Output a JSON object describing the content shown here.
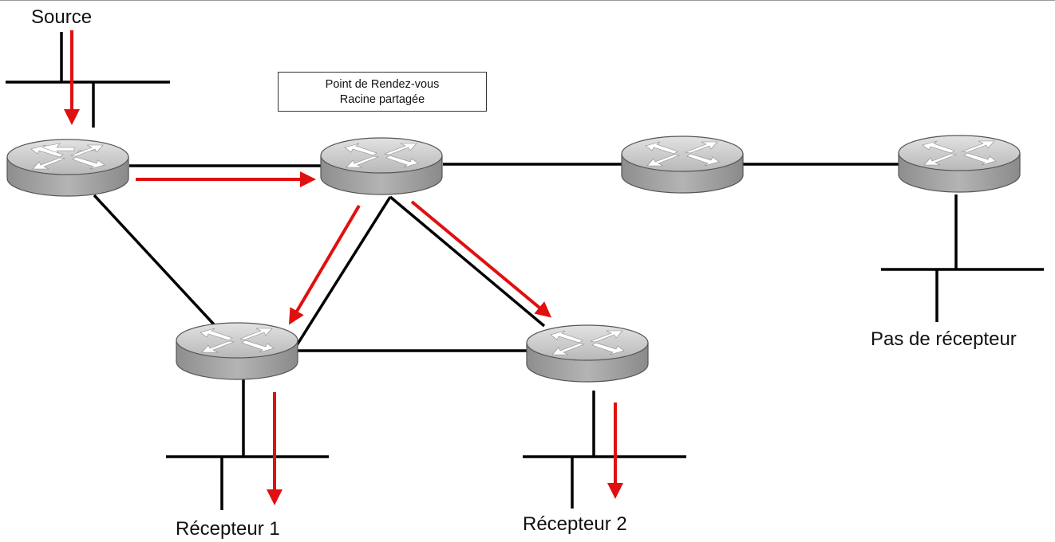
{
  "labels": {
    "source": "Source",
    "receiver_1": "Récepteur 1",
    "receiver_2": "Récepteur 2",
    "no_receiver": "Pas de récepteur",
    "rp_line1": "Point de Rendez-vous",
    "rp_line2": "Racine partagée"
  },
  "colors": {
    "link": "#000000",
    "flow": "#e01010",
    "router_top": "#c9c9c9",
    "router_side": "#9a9a9a",
    "router_outline": "#555555"
  },
  "icons": {
    "router": "router-icon",
    "flow_arrow": "red-arrow"
  }
}
